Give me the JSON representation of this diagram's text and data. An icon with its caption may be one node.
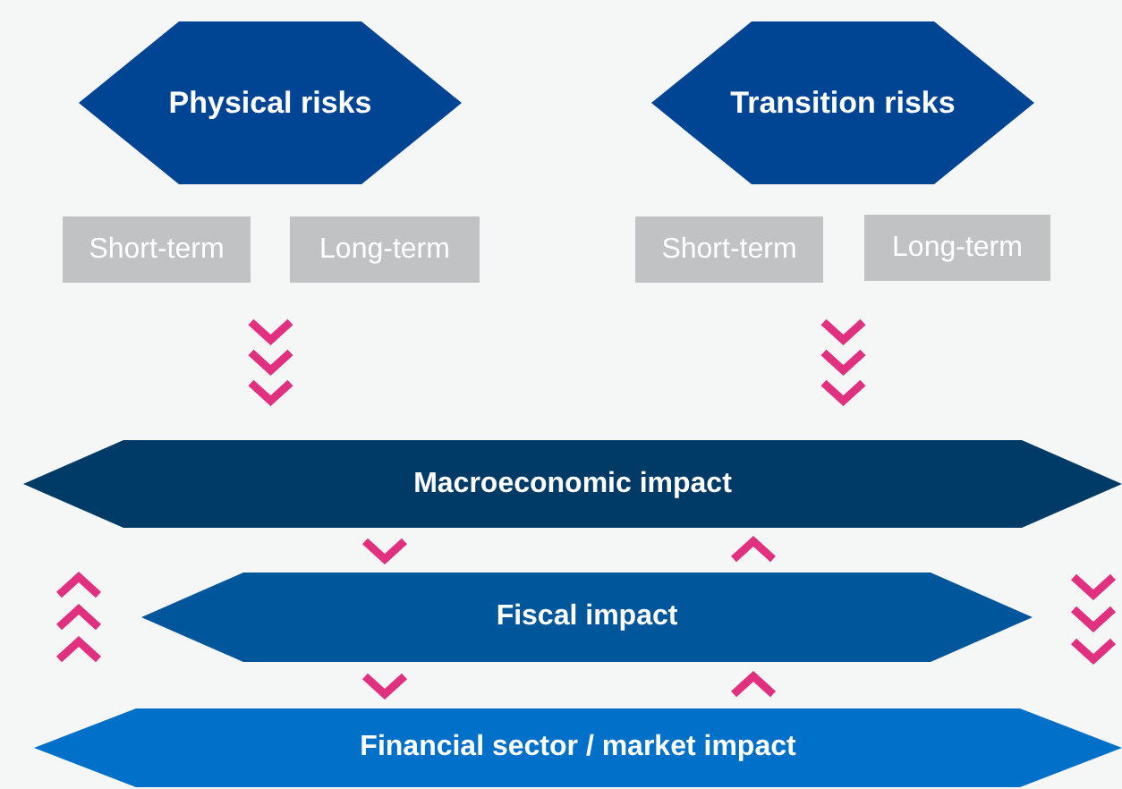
{
  "diagram": {
    "nodes": [
      {
        "text": [
          "Physical risks"
        ]
      },
      {
        "text": [
          "Transition risks"
        ]
      },
      {
        "text": [
          "Short-term"
        ]
      },
      {
        "text": [
          "Long-term"
        ]
      },
      {
        "text": [
          "Short-term"
        ]
      },
      {
        "text": [
          "Long-term"
        ]
      },
      {
        "text": [
          "Macroeconomic impact"
        ]
      },
      {
        "text": [
          "Fiscal impact"
        ]
      },
      {
        "text": [
          "Financial sector / market impact"
        ]
      }
    ],
    "edges": [
      {
        "from": 2,
        "to": 6,
        "arrow": "to"
      },
      {
        "from": 3,
        "to": 6,
        "arrow": "to"
      },
      {
        "from": 4,
        "to": 6,
        "arrow": "to"
      },
      {
        "from": 5,
        "to": 6,
        "arrow": "to"
      },
      {
        "from": 6,
        "to": 7,
        "arrow": "to"
      },
      {
        "from": 7,
        "to": 6,
        "arrow": "to"
      },
      {
        "from": 7,
        "to": 8,
        "arrow": "to"
      },
      {
        "from": 8,
        "to": 7,
        "arrow": "to"
      },
      {
        "from": 8,
        "to": 6,
        "arrow": "to"
      },
      {
        "from": 6,
        "to": 8,
        "arrow": "to"
      }
    ]
  }
}
